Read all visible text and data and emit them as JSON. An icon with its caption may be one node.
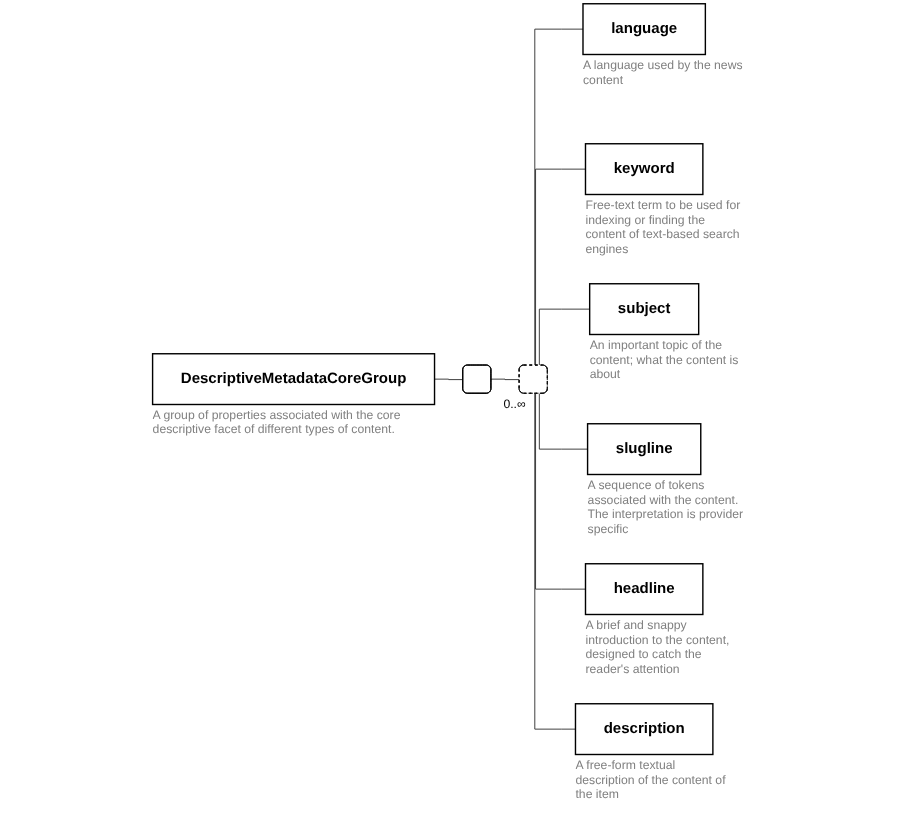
{
  "diagram": {
    "nodes": [
      {
        "text": [
          "DescriptiveMetadataCoreGroup"
        ],
        "beside": [
          "A group of properties associated with the core descriptive facet of different types of content."
        ]
      },
      {
        "text": [],
        "shape": "box"
      },
      {
        "text": [],
        "shape": "box",
        "beside": [
          "0..∞"
        ]
      },
      {
        "text": [
          "language"
        ],
        "beside": [
          "A language used by the news content"
        ]
      },
      {
        "text": [
          "keyword"
        ],
        "beside": [
          "Free-text term to be used for indexing or finding the content of text-based search engines"
        ]
      },
      {
        "text": [
          "subject"
        ],
        "beside": [
          "An important topic of the content; what the content is about"
        ]
      },
      {
        "text": [
          "slugline"
        ],
        "beside": [
          "A sequence of tokens associated with the content. The interpretation is provider specific"
        ]
      },
      {
        "text": [
          "headline"
        ],
        "beside": [
          "A brief and snappy introduction to the content, designed to catch the reader's attention"
        ]
      },
      {
        "text": [
          "description"
        ],
        "beside": [
          "A free-form textual description of the content of the item"
        ]
      }
    ],
    "edges": [
      {
        "from": 0,
        "to": 1,
        "arrow": "none"
      },
      {
        "from": 1,
        "to": 2,
        "arrow": "none"
      },
      {
        "from": 2,
        "to": 3,
        "arrow": "none"
      },
      {
        "from": 2,
        "to": 4,
        "arrow": "none"
      },
      {
        "from": 2,
        "to": 5,
        "arrow": "none"
      },
      {
        "from": 2,
        "to": 6,
        "arrow": "none"
      },
      {
        "from": 2,
        "to": 7,
        "arrow": "none"
      },
      {
        "from": 2,
        "to": 8,
        "arrow": "none"
      }
    ]
  }
}
